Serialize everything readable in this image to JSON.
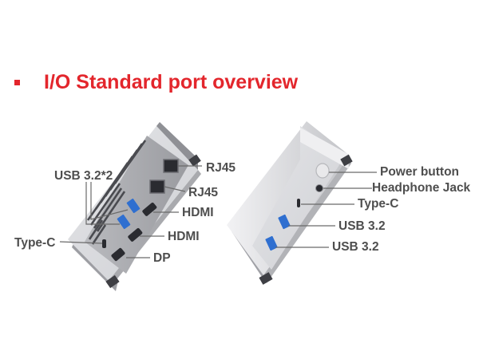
{
  "heading": {
    "title": "I/O Standard port overview",
    "accent_color": "#e3262c",
    "bullet": "square-bullet-icon"
  },
  "rear_view": {
    "labels": {
      "usb_32x2": "USB 3.2*2",
      "rj45_top": "RJ45",
      "rj45_bottom": "RJ45",
      "hdmi_top": "HDMI",
      "hdmi_bottom": "HDMI",
      "type_c": "Type-C",
      "dp": "DP"
    }
  },
  "front_view": {
    "labels": {
      "power_button": "Power button",
      "headphone_jack": "Headphone Jack",
      "type_c": "Type-C",
      "usb_32_top": "USB 3.2",
      "usb_32_bottom": "USB 3.2"
    }
  },
  "colors": {
    "label_text": "#4e4e4e",
    "leader_line": "#6a6a6a",
    "usb_port_blue": "#2f6fd0",
    "device_body": "#d6d7db"
  }
}
